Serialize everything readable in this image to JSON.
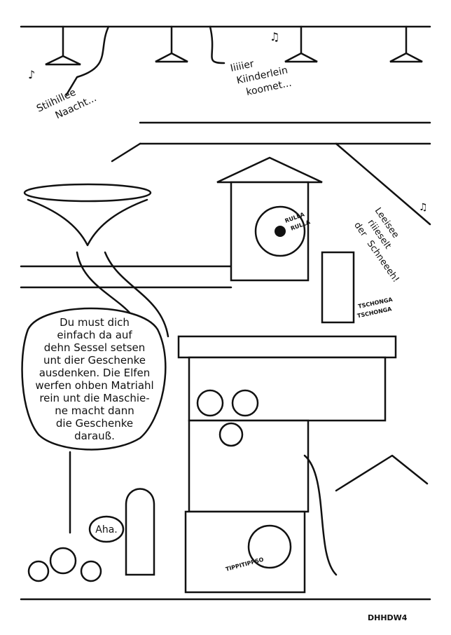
{
  "songs": {
    "stille_nacht": [
      "Stiihillee",
      "Naacht..."
    ],
    "ihr_kinderlein": [
      "Iiiiier",
      "Kiinderlein",
      "koomet..."
    ],
    "leise_rieselt": [
      "Leeisee",
      "riiieselt",
      "der",
      "Schneeeh!"
    ]
  },
  "sounds": {
    "rulla": [
      "RULLA",
      "RULLA"
    ],
    "tschonga": [
      "TSCHONGA",
      "TSCHONGA"
    ],
    "tippi": "TIPPITIPPSO"
  },
  "speech_bubble": {
    "lines": [
      "Du must dich",
      "einfach da auf",
      "dehn Sessel setsen",
      "unt dier Geschenke",
      "ausdenken. Die Elfen",
      "werfen ohben Matriahl",
      "rein unt die Maschie-",
      "ne macht dann",
      "die Geschenke",
      "darauß."
    ]
  },
  "reply_bubble": "Aha.",
  "signature": "DHHDW4",
  "colors": {
    "ink": "#111111",
    "paper": "#ffffff"
  }
}
